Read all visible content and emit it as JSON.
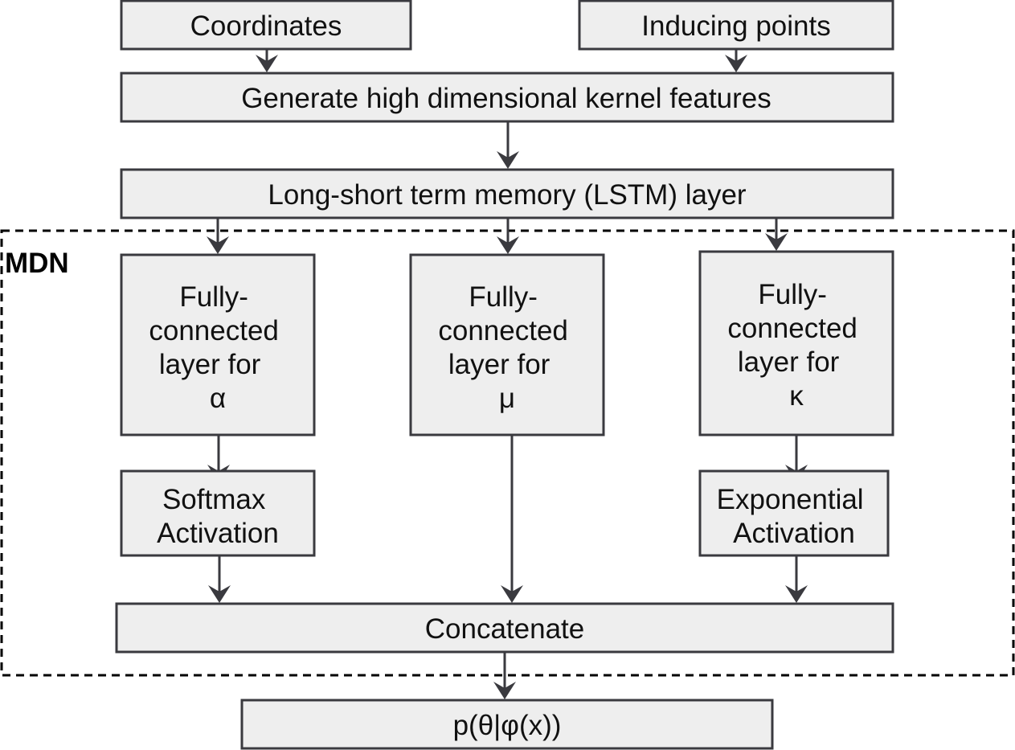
{
  "group": {
    "label": "MDN"
  },
  "nodes": {
    "coordinates": "Coordinates",
    "inducing_points": "Inducing points",
    "kernel_features": "Generate high dimensional kernel features",
    "lstm": "Long-short term memory (LSTM) layer",
    "fc_alpha": [
      "Fully-",
      "connected",
      "layer for",
      "α"
    ],
    "fc_mu": [
      "Fully-",
      "connected",
      "layer for",
      "μ"
    ],
    "fc_kappa": [
      "Fully-",
      "connected",
      "layer for",
      "κ"
    ],
    "softmax": [
      "Softmax",
      "Activation"
    ],
    "exponential": [
      "Exponential",
      "Activation"
    ],
    "concatenate": "Concatenate",
    "output": "p(θ|φ(x))"
  },
  "edges": [
    {
      "from": "coordinates",
      "to": "kernel_features"
    },
    {
      "from": "inducing_points",
      "to": "kernel_features"
    },
    {
      "from": "kernel_features",
      "to": "lstm"
    },
    {
      "from": "lstm",
      "to": "fc_alpha"
    },
    {
      "from": "lstm",
      "to": "fc_mu"
    },
    {
      "from": "lstm",
      "to": "fc_kappa"
    },
    {
      "from": "fc_alpha",
      "to": "softmax"
    },
    {
      "from": "fc_kappa",
      "to": "exponential"
    },
    {
      "from": "softmax",
      "to": "concatenate"
    },
    {
      "from": "fc_mu",
      "to": "concatenate"
    },
    {
      "from": "exponential",
      "to": "concatenate"
    },
    {
      "from": "concatenate",
      "to": "output"
    }
  ]
}
